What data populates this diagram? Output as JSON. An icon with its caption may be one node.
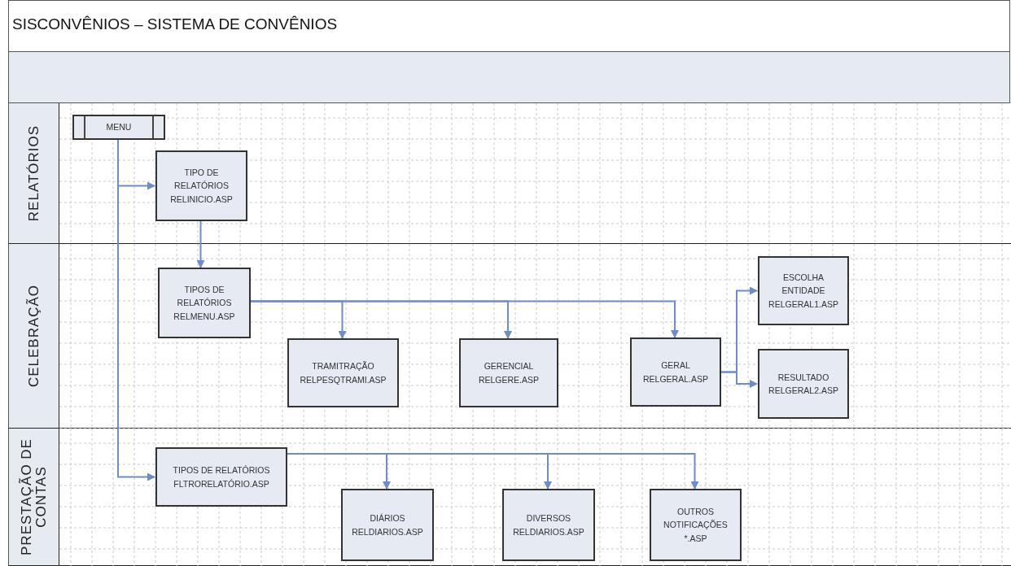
{
  "diagram": {
    "title": "SISCONVÊNIOS – SISTEMA DE CONVÊNIOS",
    "nodes": [
      {
        "text": [
          "RELATÓRIOS"
        ]
      },
      {
        "text": [
          "MENU"
        ],
        "in": 0
      },
      {
        "text": [
          "TIPO DE RELATÓRIOS RELINICIO.ASP"
        ],
        "in": 0
      },
      {
        "text": [
          "CELEBRAÇÃO"
        ]
      },
      {
        "text": [
          "TIPOS DE RELATÓRIOS RELMENU.ASP"
        ],
        "in": 3
      },
      {
        "text": [
          "ESCOLHA ENTIDADE RELGERAL1.ASP"
        ],
        "in": 3
      },
      {
        "text": [
          "TRAMITRAÇÃO RELPESQTRAMI.ASP"
        ],
        "in": 3
      },
      {
        "text": [
          "GERENCIAL RELGERE.ASP"
        ],
        "in": 3
      },
      {
        "text": [
          "GERAL RELGERAL.ASP"
        ],
        "in": 3
      },
      {
        "text": [
          "RESULTADO RELGERAL2.ASP"
        ],
        "in": 3
      },
      {
        "text": [
          "PRESTAÇÃO DE CONTAS"
        ]
      },
      {
        "text": [
          "TIPOS DE RELATÓRIOS FLTRORELATÓRIO.ASP"
        ],
        "in": 10
      },
      {
        "text": [
          "DIÁRIOS RELDIARIOS.ASP"
        ],
        "in": 10
      },
      {
        "text": [
          "DIVERSOS RELDIARIOS.ASP"
        ],
        "in": 10
      },
      {
        "text": [
          "OUTROS NOTIFICAÇÕES *.ASP"
        ],
        "in": 10
      }
    ],
    "edges": [
      {
        "from": 1,
        "to": 2,
        "arrow": "to"
      },
      {
        "from": 1,
        "to": 11,
        "arrow": "to"
      },
      {
        "from": 2,
        "to": 4,
        "arrow": "to"
      },
      {
        "from": 4,
        "to": 6,
        "arrow": "to"
      },
      {
        "from": 4,
        "to": 7,
        "arrow": "to"
      },
      {
        "from": 4,
        "to": 8,
        "arrow": "to"
      },
      {
        "from": 8,
        "to": 5,
        "arrow": "to"
      },
      {
        "from": 8,
        "to": 9,
        "arrow": "to"
      },
      {
        "from": 11,
        "to": 12,
        "arrow": "to"
      },
      {
        "from": 11,
        "to": 13,
        "arrow": "to"
      },
      {
        "from": 11,
        "to": 14,
        "arrow": "to"
      }
    ]
  }
}
